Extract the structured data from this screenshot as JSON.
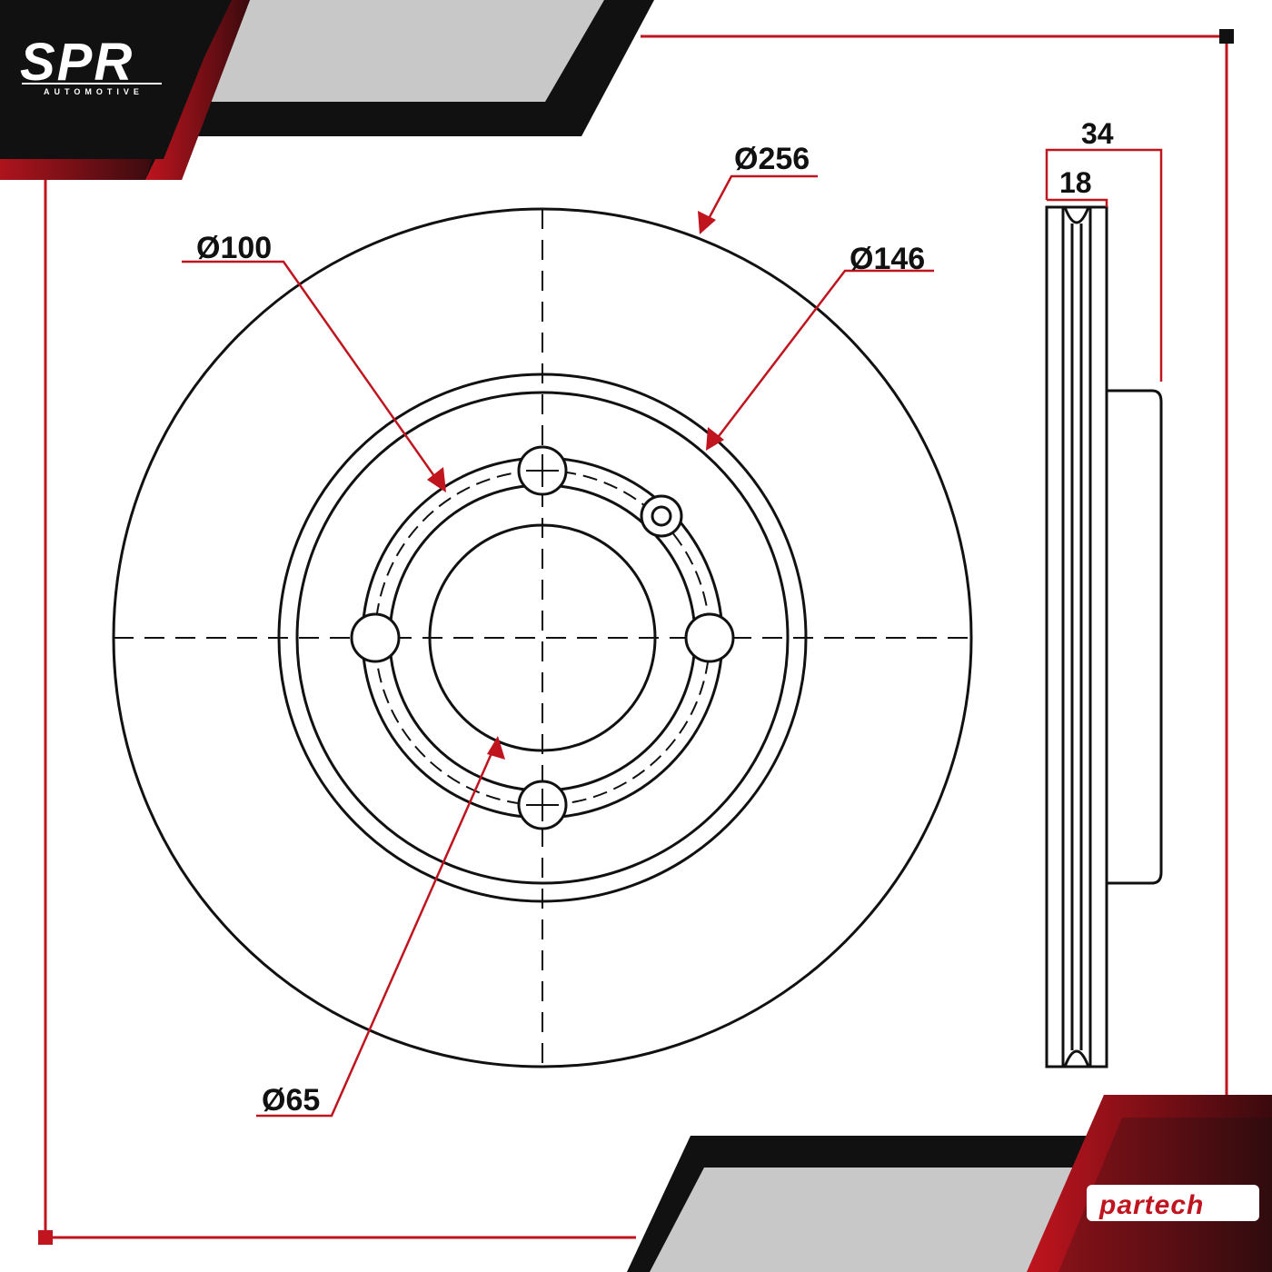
{
  "brand": {
    "logo_text": "SPR",
    "logo_subtitle": "AUTOMOTIVE",
    "partner_logo": "partech"
  },
  "drawing": {
    "front_view": {
      "outer_diameter_label": "Ø256",
      "friction_inner_diameter_label": "Ø146",
      "bolt_circle_label": "Ø100",
      "center_bore_label": "Ø65",
      "bolt_holes": 4
    },
    "side_view": {
      "total_height_label": "34",
      "disc_thickness_label": "18"
    }
  },
  "colors": {
    "accent_red": "#c0141e",
    "dark": "#111111",
    "panel_gray": "#c8c8c8",
    "line": "#000000"
  }
}
